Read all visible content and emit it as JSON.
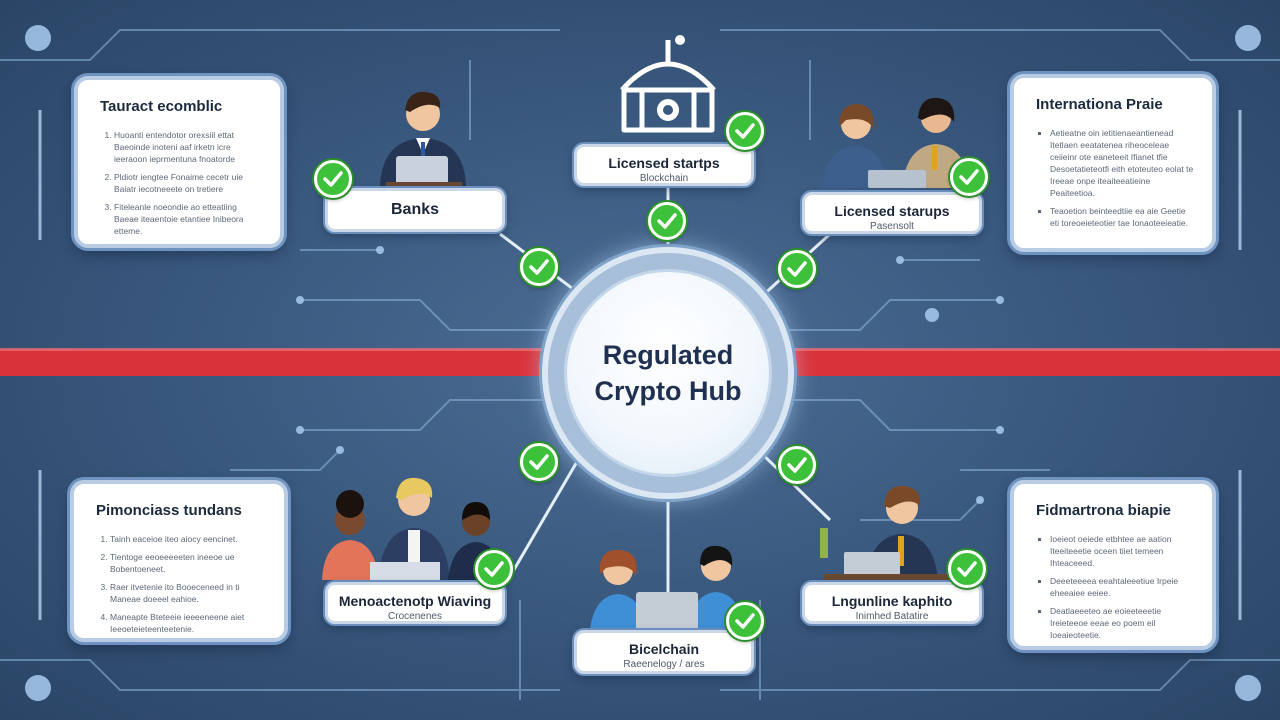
{
  "hub": {
    "line1": "Regulated",
    "line2": "Crypto Hub"
  },
  "labels": {
    "banks": {
      "main": "Banks"
    },
    "top_center": {
      "main": "Licensed startps",
      "sub": "Blockchain"
    },
    "top_right": {
      "main": "Licensed starups",
      "sub": "Pasensolt"
    },
    "bottom_left": {
      "main": "Menoactenotp Wiaving",
      "sub": "Crocenenes"
    },
    "bottom_center": {
      "main": "Bicelchain",
      "sub": "Raeenelogy / ares"
    },
    "bottom_right": {
      "main": "Lngunline kaphito",
      "sub": "Inimhed Batatire"
    }
  },
  "cards": {
    "top_left": {
      "title": "Tauract ecomblic",
      "items": [
        "Huoanti entendotor orexsiil ettat Baeoinde inoteni aaf irketn icre ieeraoon ieprmentuna fnoatorde",
        "Pldiotr iengtee Fonaime cecetr uie Baiatr iecotneeete on tretiere",
        "Fiteleanle noeondie ao etteatiing Baeae iteaentoie etantiee Inibeora etteme."
      ]
    },
    "top_right": {
      "title": "Internationa Praie",
      "items": [
        "Aetieatne oin ietitienaeantienead Itetlaen eeatatenea riheoceleae ceiieinr ote eaneteeit Ifianet tfie Desoetatieteotfi eith etoteuteo eolat te Ireeae onpe iteaiteeatieine Peaiteetioa.",
        "Teaoetion beinteedtiie ea aie Geetie eti toreoeieteotier tae Ionaoteeieatie."
      ]
    },
    "bottom_left": {
      "title": "Pimonciass tundans",
      "items": [
        "Tainh eaceioe iteo aiocy eencinet.",
        "Tientoge eeoeeeeeten ineeoe ue Bobentoeneet.",
        "Raer itvetenie ito Booeceneed in ti Maneae doeeel eahioe.",
        "Maneapte Bteteeie ieeeeneene aiet Ieeoeteieteenteetenie."
      ]
    },
    "bottom_right": {
      "title": "Fidmartrona biapie",
      "items": [
        "Ioeieot oeiede etbhtee ae aation Iteeiteeetie oceen tiiet temeen Ihteaceeed.",
        "Deeeteeeea eeahtaleeetiue Irpeie eheeaiee eeiee.",
        "Deatlaeeeteo ae eoieeteeetie Ireieteeoe eeae eo poem eil Ioeaieoteetie."
      ]
    }
  },
  "icons": {
    "hub": "circle",
    "check": "checkmark-circle",
    "building": "government-building-icon",
    "people": "people-icon"
  },
  "colors": {
    "background": "#3b5a80",
    "red_band": "#d9323a",
    "check_green": "#3ec13a",
    "circuit": "#9cc4ea",
    "card_border": "#6f93bf"
  }
}
